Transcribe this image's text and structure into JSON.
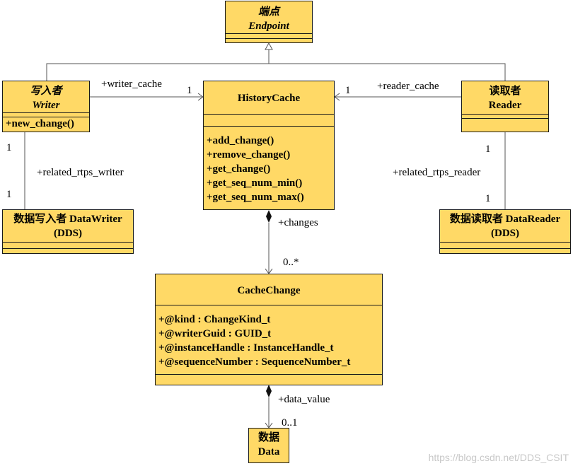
{
  "classes": {
    "endpoint": {
      "name_cn": "端点",
      "name_en": "Endpoint"
    },
    "writer": {
      "name_cn": "写入者",
      "name_en": "Writer",
      "methods": [
        "+new_change()"
      ]
    },
    "history_cache": {
      "name": "HistoryCache",
      "methods": [
        "+add_change()",
        "+remove_change()",
        "+get_change()",
        "+get_seq_num_min()",
        "+get_seq_num_max()"
      ]
    },
    "reader": {
      "name_cn": "读取者",
      "name_en": "Reader"
    },
    "data_writer": {
      "name_line1": "数据写入者 DataWriter",
      "name_line2": "(DDS)"
    },
    "data_reader": {
      "name_line1": "数据读取者 DataReader",
      "name_line2": "(DDS)"
    },
    "cache_change": {
      "name": "CacheChange",
      "attributes": [
        "+@kind : ChangeKind_t",
        "+@writerGuid : GUID_t",
        "+@instanceHandle : InstanceHandle_t",
        "+@sequenceNumber : SequenceNumber_t"
      ]
    },
    "data": {
      "name_cn": "数据",
      "name_en": "Data"
    }
  },
  "associations": {
    "writer_cache": {
      "role": "+writer_cache",
      "multiplicity": "1"
    },
    "reader_cache": {
      "role": "+reader_cache",
      "multiplicity": "1"
    },
    "related_rtps_writer": {
      "role": "+related_rtps_writer",
      "mult_top": "1",
      "mult_bottom": "1"
    },
    "related_rtps_reader": {
      "role": "+related_rtps_reader",
      "mult_top": "1",
      "mult_bottom": "1"
    },
    "changes": {
      "role": "+changes",
      "multiplicity": "0..*"
    },
    "data_value": {
      "role": "+data_value",
      "multiplicity": "0..1"
    }
  },
  "watermark": "https://blog.csdn.net/DDS_CSIT",
  "colors": {
    "class_fill": "#ffd966",
    "line": "#555555"
  }
}
